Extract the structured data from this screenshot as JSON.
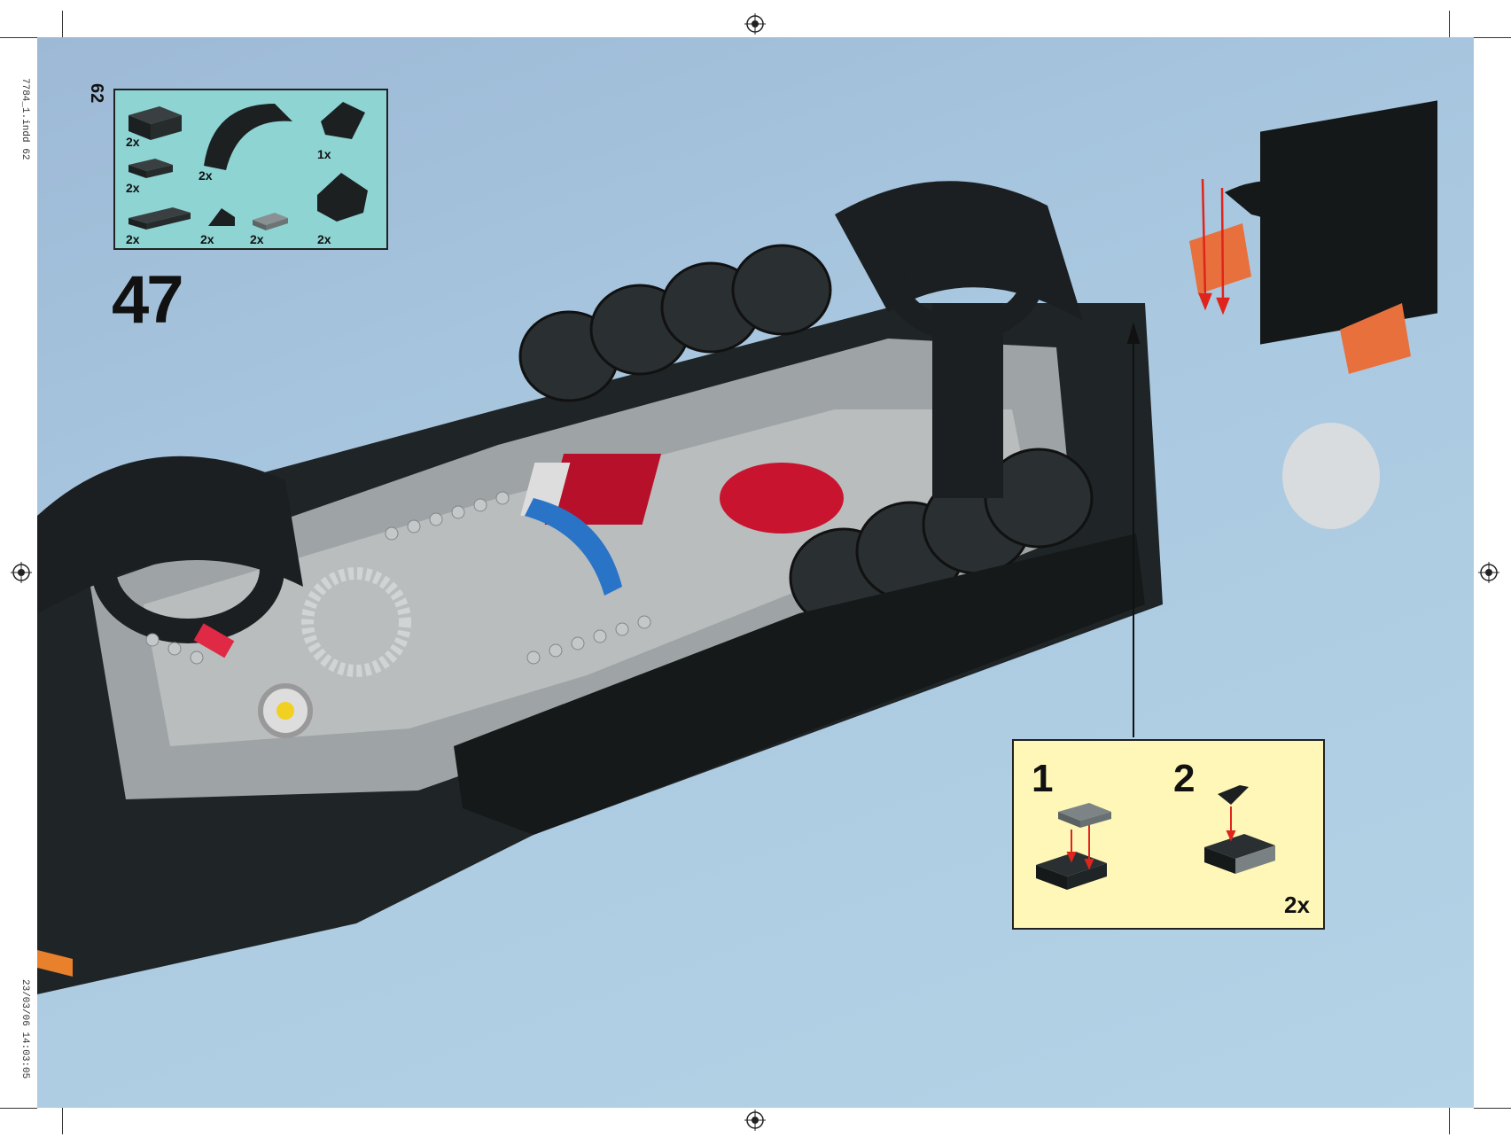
{
  "slug": {
    "file": "7784_1.indd  62",
    "date": "23/03/06  14:03:05"
  },
  "page_number": "62",
  "step_number": "47",
  "parts_list": [
    {
      "qty": "2x",
      "icon": "black-brick-2x2-icon"
    },
    {
      "qty": "2x",
      "icon": "black-plate-1x2-icon"
    },
    {
      "qty": "2x",
      "icon": "black-plate-1x4-icon"
    },
    {
      "qty": "2x",
      "icon": "black-arch-curve-icon"
    },
    {
      "qty": "2x",
      "icon": "black-slope-small-icon"
    },
    {
      "qty": "2x",
      "icon": "grey-jumper-plate-icon"
    },
    {
      "qty": "1x",
      "icon": "black-wedge-icon"
    },
    {
      "qty": "2x",
      "icon": "black-slope-large-icon"
    }
  ],
  "sub_steps": [
    {
      "number": "1"
    },
    {
      "number": "2",
      "qty": "2x"
    }
  ],
  "colors": {
    "background": "#a9c8e0",
    "parts_box": "#8ed4d3",
    "sub_box": "#fff7b8",
    "arrow_red": "#e0241c"
  }
}
